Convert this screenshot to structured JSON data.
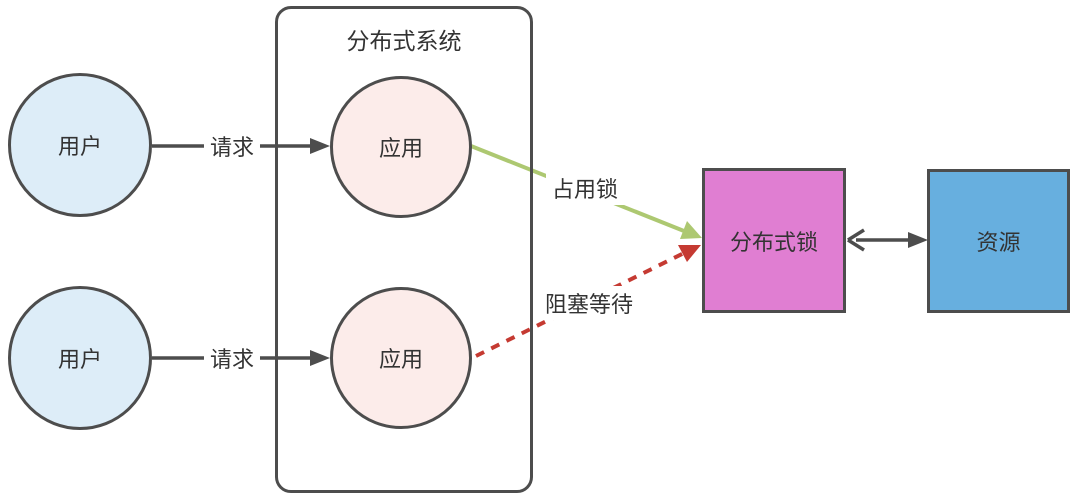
{
  "diagram": {
    "system": {
      "title": "分布式系统"
    },
    "nodes": {
      "user_top": "用户",
      "user_bottom": "用户",
      "app_top": "应用",
      "app_bottom": "应用",
      "lock": "分布式锁",
      "resource": "资源"
    },
    "edges": {
      "request_top": "请求",
      "request_bottom": "请求",
      "occupy_lock": "占用锁",
      "block_wait": "阻塞等待"
    },
    "colors": {
      "user_fill": "#ddedf8",
      "app_fill": "#fcecea",
      "lock_fill": "#e07ed2",
      "resource_fill": "#67afdf",
      "outline": "#4d4d4d",
      "arrow": "#4d4d4d",
      "occupy_line": "#adc871",
      "block_line": "#c53a32",
      "text": "#333333"
    }
  }
}
